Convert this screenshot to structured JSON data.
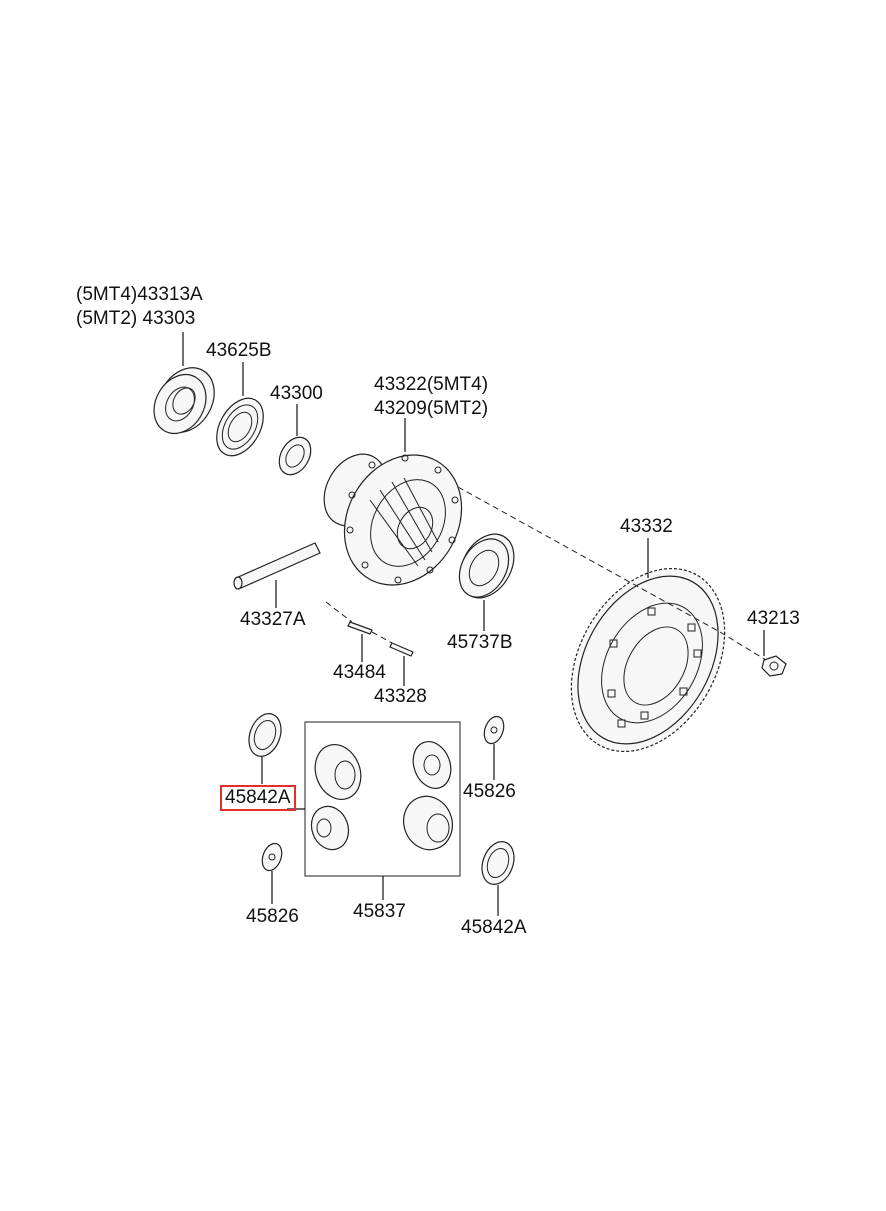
{
  "labels": {
    "l_43313A": "(5MT4)43313A",
    "l_43303": "(5MT2) 43303",
    "l_43625B": "43625B",
    "l_43300": "43300",
    "l_43322": "43322(5MT4)",
    "l_43209": "43209(5MT2)",
    "l_43332": "43332",
    "l_43213": "43213",
    "l_43327A": "43327A",
    "l_45737B": "45737B",
    "l_43484": "43484",
    "l_43328": "43328",
    "l_45842A_left": "45842A",
    "l_45826_right": "45826",
    "l_45826_left": "45826",
    "l_45837": "45837",
    "l_45842A_bottom": "45842A"
  },
  "highlight": {
    "part": "45842A",
    "color": "#e0302a"
  }
}
